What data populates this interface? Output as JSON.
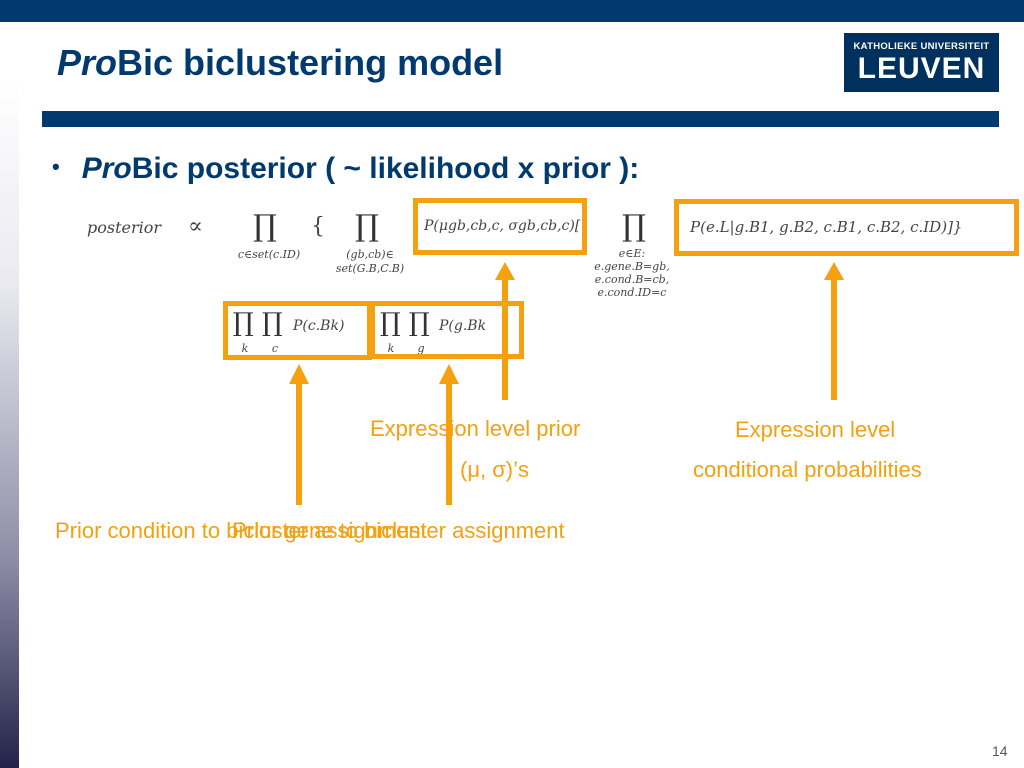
{
  "header": {
    "title_italic": "Pro",
    "title_rest": "Bic biclustering model",
    "logo_line1": "KATHOLIEKE UNIVERSITEIT",
    "logo_line2": "LEUVEN"
  },
  "bullet": {
    "marker": "•",
    "text_italic": "Pro",
    "text_rest": "Bic posterior ( ~ likelihood x prior ):"
  },
  "formula": {
    "posterior": "posterior",
    "propto": "∝",
    "prod": "∏",
    "sub1": "c∈set(c.ID)",
    "brace": "{",
    "sub2a": "(gb,cb)∈",
    "sub2b": "set(G.B,C.B)",
    "term_prior": "P(μgb,cb,c, σgb,cb,c)[",
    "sub3a": "e∈E:",
    "sub3b": "e.gene.B=gb,",
    "sub3c": "e.cond.B=cb,",
    "sub3d": "e.cond.ID=c",
    "term_cond": "P(e.L|g.B1, g.B2, c.B1, c.B2, c.ID)]}",
    "sub_k": "k",
    "sub_c": "c",
    "sub_g": "g",
    "term_cluster_c": "P(c.Bk)",
    "term_cluster_g": "P(g.Bk"
  },
  "labels": {
    "expr_prior_line1": "Expression level prior",
    "expr_prior_line2": "(μ, σ)’s",
    "expr_cond_line1": "Expression level",
    "expr_cond_line2": "conditional probabilities",
    "prior_condition": "Prior condition to bicluster assignment",
    "prior_gene": "Prior gene to bicluster assignment"
  },
  "page_number": "14",
  "colors": {
    "navy": "#003a6e",
    "orange": "#f5a00f"
  }
}
